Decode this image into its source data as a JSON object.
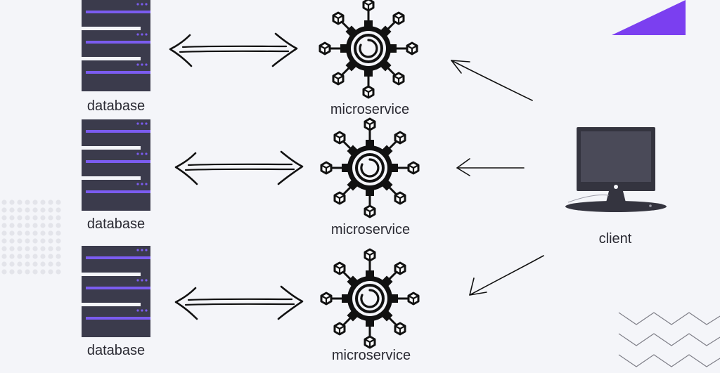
{
  "diagram": {
    "client_label": "client",
    "rows": [
      {
        "database_label": "database",
        "service_label": "microservice"
      },
      {
        "database_label": "database",
        "service_label": "microservice"
      },
      {
        "database_label": "database",
        "service_label": "microservice"
      }
    ]
  },
  "colors": {
    "background": "#f4f5f9",
    "server_body": "#3b3b4c",
    "server_stripe": "#7b5cf0",
    "accent_triangle": "#7b3ff0",
    "monitor": "#34343f",
    "ink": "#111111",
    "dots": "#e3e4ea",
    "zigzag": "#7f7f88"
  },
  "icons": [
    "database-server-icon",
    "microservice-gear-icon",
    "monitor-icon",
    "double-arrow-icon",
    "arrow-icon"
  ]
}
